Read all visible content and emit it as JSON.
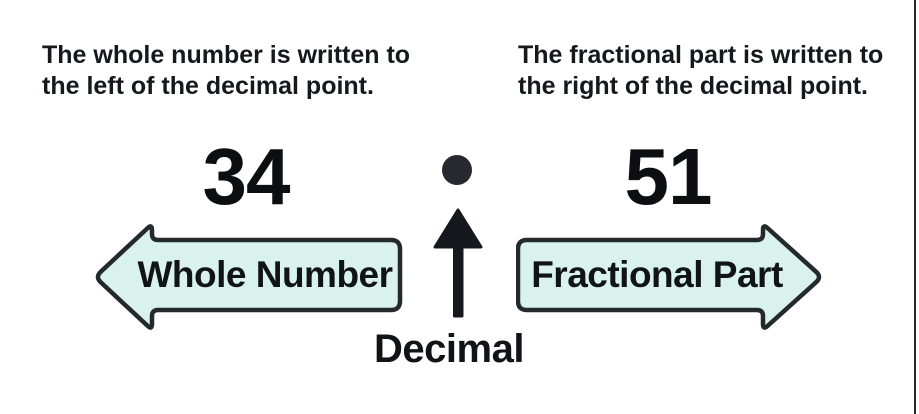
{
  "diagram": {
    "captions": {
      "whole": "The whole number is written to\nthe left of the decimal point.",
      "fractional": "The fractional part is written to\nthe right of the decimal point."
    },
    "number": {
      "whole": "34",
      "fractional": "51"
    },
    "arrows": {
      "whole_label": "Whole Number",
      "fractional_label": "Fractional Part"
    },
    "decimal_label": "Decimal",
    "colors": {
      "ink": "#15181c",
      "arrow_fill": "#d9f3ec",
      "arrow_stroke": "#24292e",
      "dot": "#26292e",
      "edge_line": "#24282c",
      "background": "#ffffff"
    }
  }
}
